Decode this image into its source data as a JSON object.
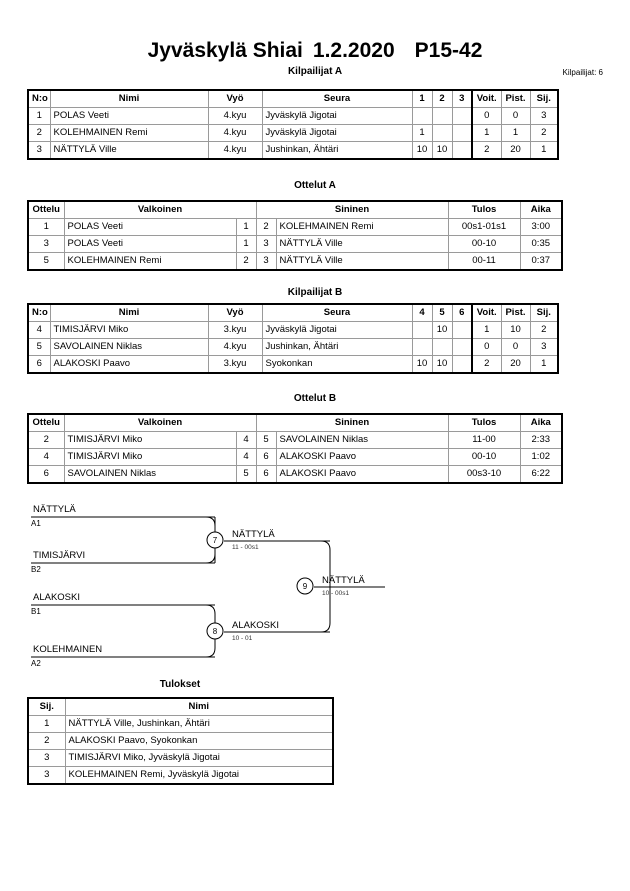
{
  "header": {
    "event": "Jyväskylä Shiai",
    "date": "1.2.2020",
    "category": "P15-42",
    "entrant_count_label": "Kilpailijat: 6"
  },
  "sections": {
    "pool_a_title": "Kilpailijat A",
    "matches_a_title": "Ottelut A",
    "pool_b_title": "Kilpailijat B",
    "matches_b_title": "Ottelut B",
    "results_title": "Tulokset"
  },
  "pool_headers": {
    "no": "N:o",
    "name": "Nimi",
    "belt": "Vyö",
    "club": "Seura",
    "wins": "Voit.",
    "points": "Pist.",
    "rank": "Sij."
  },
  "pool_a": {
    "opponent_cols": [
      "1",
      "2",
      "3"
    ],
    "rows": [
      {
        "no": "1",
        "name": "POLAS Veeti",
        "belt": "4.kyu",
        "club": "Jyväskylä Jigotai",
        "scores": [
          "",
          "",
          ""
        ],
        "wins": "0",
        "points": "0",
        "rank": "3"
      },
      {
        "no": "2",
        "name": "KOLEHMAINEN Remi",
        "belt": "4.kyu",
        "club": "Jyväskylä Jigotai",
        "scores": [
          "1",
          "",
          ""
        ],
        "wins": "1",
        "points": "1",
        "rank": "2"
      },
      {
        "no": "3",
        "name": "NÄTTYLÄ Ville",
        "belt": "4.kyu",
        "club": "Jushinkan, Ähtäri",
        "scores": [
          "10",
          "10",
          ""
        ],
        "wins": "2",
        "points": "20",
        "rank": "1"
      }
    ]
  },
  "pool_b": {
    "opponent_cols": [
      "4",
      "5",
      "6"
    ],
    "rows": [
      {
        "no": "4",
        "name": "TIMISJÄRVI Miko",
        "belt": "3.kyu",
        "club": "Jyväskylä Jigotai",
        "scores": [
          "",
          "10",
          ""
        ],
        "wins": "1",
        "points": "10",
        "rank": "2"
      },
      {
        "no": "5",
        "name": "SAVOLAINEN Niklas",
        "belt": "4.kyu",
        "club": "Jushinkan, Ähtäri",
        "scores": [
          "",
          "",
          ""
        ],
        "wins": "0",
        "points": "0",
        "rank": "3"
      },
      {
        "no": "6",
        "name": "ALAKOSKI Paavo",
        "belt": "3.kyu",
        "club": "Syokonkan",
        "scores": [
          "10",
          "10",
          ""
        ],
        "wins": "2",
        "points": "20",
        "rank": "1"
      }
    ]
  },
  "match_headers": {
    "match": "Ottelu",
    "white": "Valkoinen",
    "blue": "Sininen",
    "result": "Tulos",
    "time": "Aika"
  },
  "matches_a": [
    {
      "no": "1",
      "white": "POLAS Veeti",
      "white_no": "1",
      "blue_no": "2",
      "blue": "KOLEHMAINEN Remi",
      "result": "00s1-01s1",
      "time": "3:00"
    },
    {
      "no": "3",
      "white": "POLAS Veeti",
      "white_no": "1",
      "blue_no": "3",
      "blue": "NÄTTYLÄ Ville",
      "result": "00-10",
      "time": "0:35"
    },
    {
      "no": "5",
      "white": "KOLEHMAINEN Remi",
      "white_no": "2",
      "blue_no": "3",
      "blue": "NÄTTYLÄ Ville",
      "result": "00-11",
      "time": "0:37"
    }
  ],
  "matches_b": [
    {
      "no": "2",
      "white": "TIMISJÄRVI Miko",
      "white_no": "4",
      "blue_no": "5",
      "blue": "SAVOLAINEN Niklas",
      "result": "11-00",
      "time": "2:33"
    },
    {
      "no": "4",
      "white": "TIMISJÄRVI Miko",
      "white_no": "4",
      "blue_no": "6",
      "blue": "ALAKOSKI Paavo",
      "result": "00-10",
      "time": "1:02"
    },
    {
      "no": "6",
      "white": "SAVOLAINEN Niklas",
      "white_no": "5",
      "blue_no": "6",
      "blue": "ALAKOSKI Paavo",
      "result": "00s3-10",
      "time": "6:22"
    }
  ],
  "bracket": {
    "entrants": [
      {
        "name": "NÄTTYLÄ",
        "seed": "A1"
      },
      {
        "name": "TIMISJÄRVI",
        "seed": "B2"
      },
      {
        "name": "ALAKOSKI",
        "seed": "B1"
      },
      {
        "name": "KOLEHMAINEN",
        "seed": "A2"
      }
    ],
    "nodes": [
      {
        "number": "7",
        "winner": "NÄTTYLÄ",
        "score": "11 - 00s1"
      },
      {
        "number": "8",
        "winner": "ALAKOSKI",
        "score": "10 - 01"
      },
      {
        "number": "9",
        "winner": "NÄTTYLÄ",
        "score": "10 - 00s1"
      }
    ]
  },
  "results_headers": {
    "rank": "Sij.",
    "name": "Nimi"
  },
  "results": [
    {
      "rank": "1",
      "name": "NÄTTYLÄ Ville, Jushinkan, Ähtäri"
    },
    {
      "rank": "2",
      "name": "ALAKOSKI Paavo, Syokonkan"
    },
    {
      "rank": "3",
      "name": "TIMISJÄRVI Miko, Jyväskylä Jigotai"
    },
    {
      "rank": "3",
      "name": "KOLEHMAINEN Remi, Jyväskylä Jigotai"
    }
  ]
}
